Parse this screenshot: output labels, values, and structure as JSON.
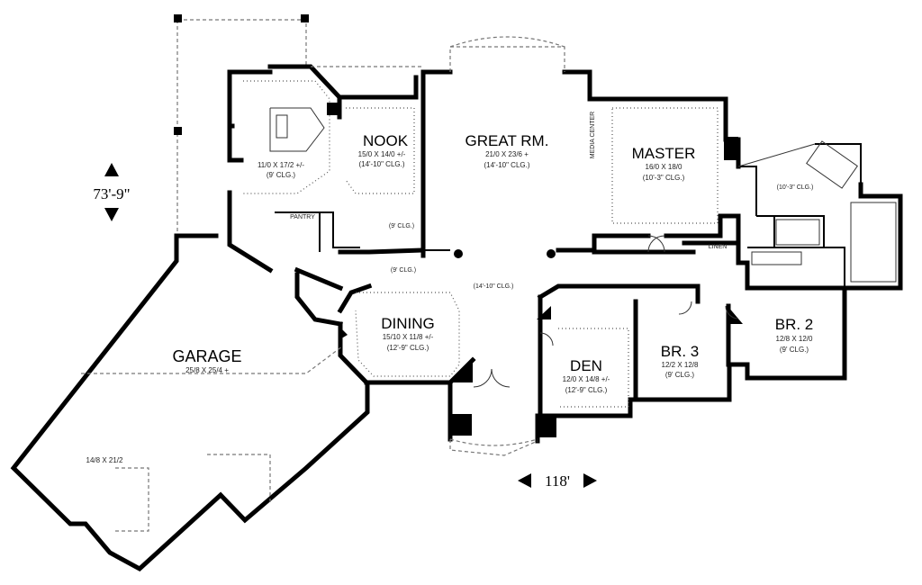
{
  "overall": {
    "depth": "73'-9\"",
    "width": "118'"
  },
  "rooms": {
    "nook": {
      "name": "NOOK",
      "size": "15/0 X 14/0 +/-",
      "ceiling": "(14'-10\" CLG.)"
    },
    "great": {
      "name": "GREAT RM.",
      "size": "21/0 X 23/6 +",
      "ceiling": "(14'-10\" CLG.)"
    },
    "master": {
      "name": "MASTER",
      "size": "16/0 X 18/0",
      "ceiling": "(10'-3\" CLG.)"
    },
    "kitchen": {
      "size": "11/0 X 17/2 +/-",
      "ceiling": "(9' CLG.)"
    },
    "dining": {
      "name": "DINING",
      "size": "15/10 X 11/8 +/-",
      "ceiling": "(12'-9\" CLG.)"
    },
    "den": {
      "name": "DEN",
      "size": "12/0 X 14/8 +/-",
      "ceiling": "(12'-9\" CLG.)"
    },
    "br3": {
      "name": "BR. 3",
      "size": "12/2 X 12/8",
      "ceiling": "(9' CLG.)"
    },
    "br2": {
      "name": "BR. 2",
      "size": "12/8 X 12/0",
      "ceiling": "(9' CLG.)"
    },
    "garage": {
      "name": "GARAGE",
      "size": "25/8 X 25/4 +",
      "sub_size": "14/8 X 21/2"
    }
  },
  "annotations": {
    "pantry": "PANTRY",
    "linen": "LINEN",
    "media": "MEDIA CENTER",
    "nook_clg": "(9' CLG.)",
    "hall_clg": "(9' CLG.)",
    "foyer_clg": "(14'-10\" CLG.)",
    "bath_clg": "(10'-3\" CLG.)"
  }
}
